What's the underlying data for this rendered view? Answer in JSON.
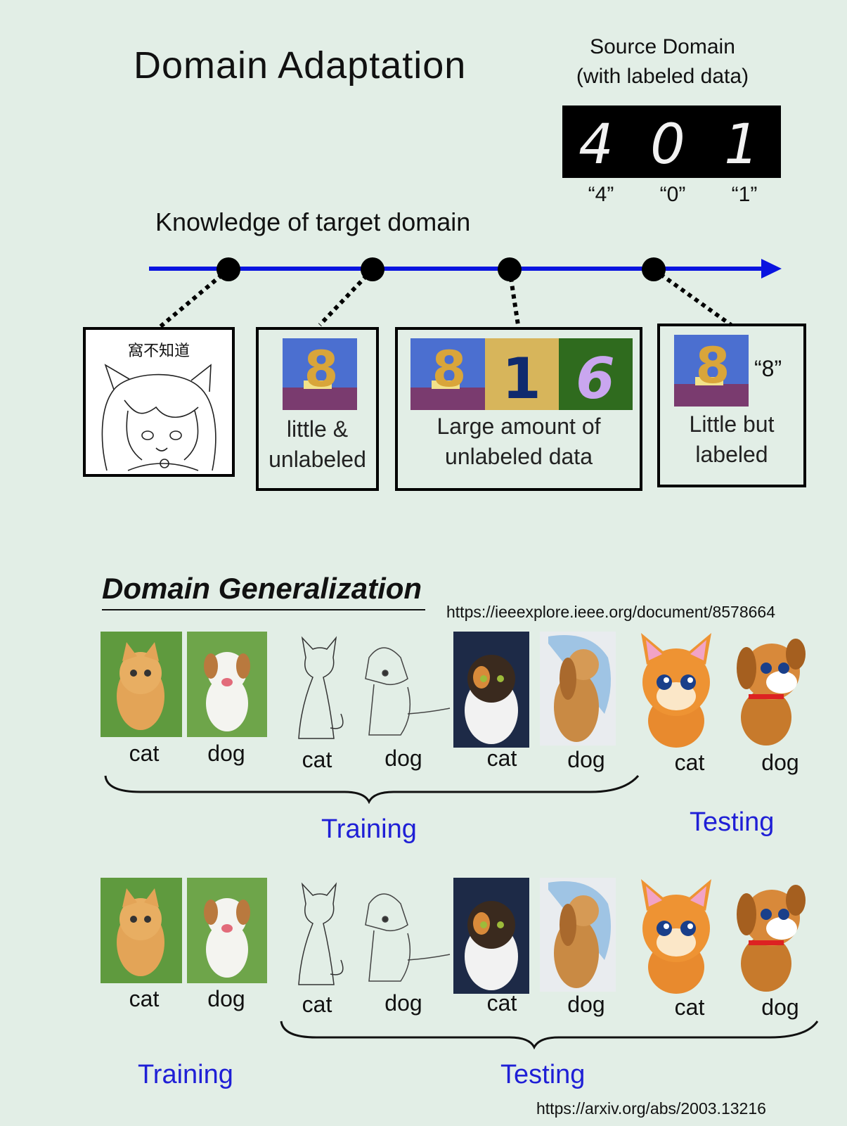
{
  "title": "Domain Adaptation",
  "source_domain": {
    "line1": "Source Domain",
    "line2": "(with labeled data)",
    "digits": [
      "4",
      "0",
      "1"
    ],
    "labels": [
      "“4”",
      "“0”",
      "“1”"
    ]
  },
  "knowledge_label": "Knowledge of target domain",
  "boxes": {
    "unknown_caption": "窩不知道",
    "little_unlabeled": "little &",
    "little_unlabeled_2": "unlabeled",
    "large_unlabeled": "Large amount of",
    "large_unlabeled_2": "unlabeled data",
    "little_labeled_tag": "“8”",
    "little_labeled": "Little but",
    "little_labeled_2": "labeled",
    "thumb_digits": [
      "8",
      "1",
      "6"
    ]
  },
  "domain_generalization": {
    "title": "Domain Generalization",
    "url_top": "https://ieeexplore.ieee.org/document/8578664",
    "url_bottom": "https://arxiv.org/abs/2003.13216",
    "labels": [
      "cat",
      "dog",
      "cat",
      "dog",
      "cat",
      "dog",
      "cat",
      "dog"
    ],
    "training": "Training",
    "testing": "Testing"
  },
  "colors": {
    "background": "#e2eee6",
    "axis": "#0a14e0",
    "accent_text": "#1f1fd6"
  }
}
